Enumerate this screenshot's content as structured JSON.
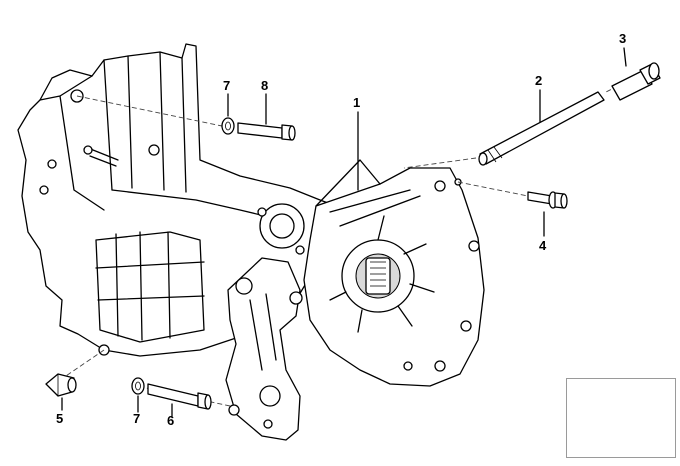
{
  "diagram": {
    "callouts": [
      {
        "id": "1",
        "label": "1"
      },
      {
        "id": "2",
        "label": "2"
      },
      {
        "id": "3",
        "label": "3"
      },
      {
        "id": "4",
        "label": "4"
      },
      {
        "id": "5",
        "label": "5"
      },
      {
        "id": "6",
        "label": "6"
      },
      {
        "id": "7a",
        "label": "7"
      },
      {
        "id": "7b",
        "label": "7"
      },
      {
        "id": "8",
        "label": "8"
      }
    ],
    "thumbnail": {
      "icon": "motorcycle-icon"
    }
  }
}
